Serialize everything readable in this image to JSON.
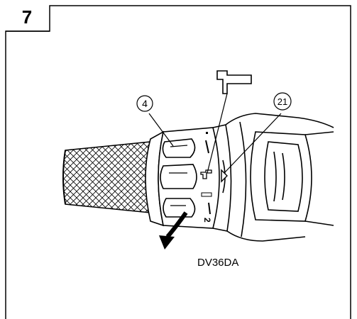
{
  "figure": {
    "number": "7",
    "model": "DV36DA",
    "callouts": [
      {
        "id": "callout-4",
        "label": "4"
      },
      {
        "id": "callout-21",
        "label": "21"
      }
    ],
    "dial_marks": {
      "mid_mark": "1",
      "bottom_mark": "2"
    },
    "icons": [
      "drill-mode-icon",
      "rotation-arrow-icon",
      "pointer-triangle-icon"
    ]
  }
}
